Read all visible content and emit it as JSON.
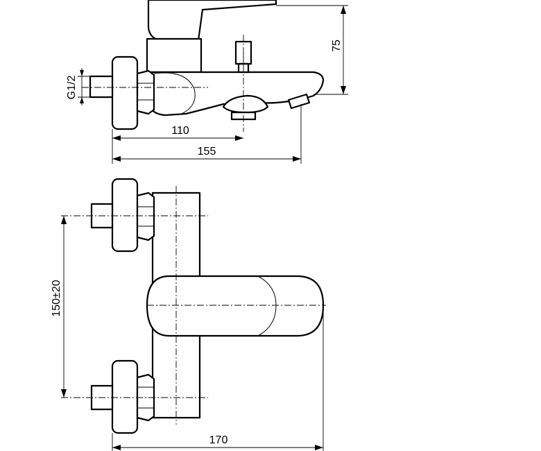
{
  "dimensions": {
    "height_label": "75",
    "thread_label": "G1/2",
    "outlet_label": "110",
    "depth_label": "155",
    "centers_label": "150±20",
    "width_label": "170"
  }
}
